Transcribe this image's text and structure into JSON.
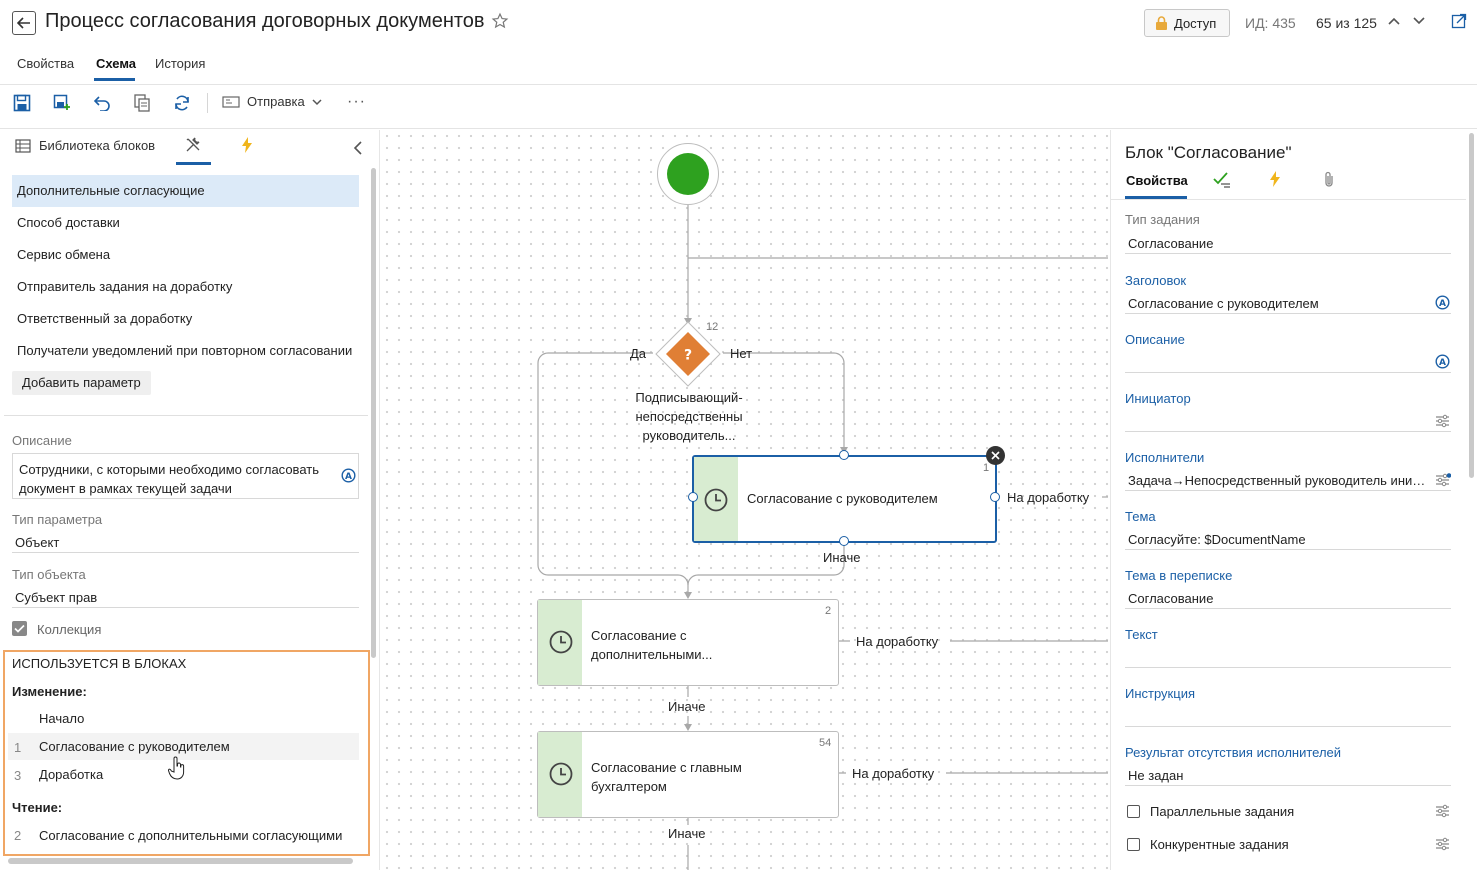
{
  "header": {
    "title": "Процесс согласования договорных документов",
    "access_label": "Доступ",
    "doc_id": "ИД: 435",
    "pager": "65 из 125"
  },
  "tabs": [
    {
      "label": "Свойства"
    },
    {
      "label": "Схема",
      "active": true
    },
    {
      "label": "История"
    }
  ],
  "toolbar": {
    "send_label": "Отправка",
    "more_label": "···"
  },
  "left_panel": {
    "library_label": "Библиотека блоков",
    "params": [
      "Дополнительные согласующие",
      "Способ доставки",
      "Сервис обмена",
      "Отправитель задания на доработку",
      "Ответственный за доработку",
      "Получатели уведомлений при повторном согласовании"
    ],
    "add_param_label": "Добавить параметр",
    "description_label": "Описание",
    "description_value": "Сотрудники, с которыми необходимо согласовать документ в рамках текущей задачи",
    "param_type_label": "Тип параметра",
    "param_type_value": "Объект",
    "object_type_label": "Тип объекта",
    "object_type_value": "Субъект прав",
    "collection_label": "Коллекция",
    "used_in": {
      "title": "ИСПОЛЬЗУЕТСЯ В БЛОКАХ",
      "change_label": "Изменение:",
      "change_items": [
        {
          "num": "",
          "name": "Начало"
        },
        {
          "num": "1",
          "name": "Согласование с руководителем"
        },
        {
          "num": "3",
          "name": "Доработка"
        }
      ],
      "read_label": "Чтение:",
      "read_items": [
        {
          "num": "2",
          "name": "Согласование с дополнительными согласующими"
        }
      ]
    }
  },
  "schema": {
    "decision": {
      "num": "12",
      "yes": "Да",
      "no": "Нет",
      "label_lines": [
        "Подписывающий-",
        "непосредственны",
        "руководитель..."
      ]
    },
    "block1": {
      "num": "1",
      "lines": [
        "Согласование с руководителем"
      ],
      "out_right": "На доработку",
      "out_bottom": "Иначе"
    },
    "block2": {
      "num": "2",
      "lines": [
        "Согласование с",
        "дополнительными..."
      ],
      "out_right": "На доработку",
      "out_bottom": "Иначе"
    },
    "block3": {
      "num": "54",
      "lines": [
        "Согласование с главным",
        "бухгалтером"
      ],
      "out_right": "На доработку",
      "out_bottom": "Иначе"
    }
  },
  "right_panel": {
    "title": "Блок \"Согласование\"",
    "tab_props": "Свойства",
    "task_type_label": "Тип задания",
    "task_type_value": "Согласование",
    "heading_label": "Заголовок",
    "heading_value": "Согласование с руководителем",
    "description_label": "Описание",
    "initiator_label": "Инициатор",
    "executors_label": "Исполнители",
    "executors_value": "Задача→Непосредственный руководитель инициатора",
    "subject_label": "Тема",
    "subject_value": "Согласуйте: $DocumentName",
    "mail_subject_label": "Тема в переписке",
    "mail_subject_value": "Согласование",
    "text_label": "Текст",
    "instruction_label": "Инструкция",
    "absence_label": "Результат отсутствия исполнителей",
    "absence_value": "Не задан",
    "parallel_label": "Параллельные задания",
    "concurrent_label": "Конкурентные задания"
  },
  "colors": {
    "accent": "#1b5fa6",
    "start_node": "#2ea11f",
    "decision": "#e07f35",
    "block_strip": "#d8ecd1",
    "highlight_border": "#f0a664"
  }
}
